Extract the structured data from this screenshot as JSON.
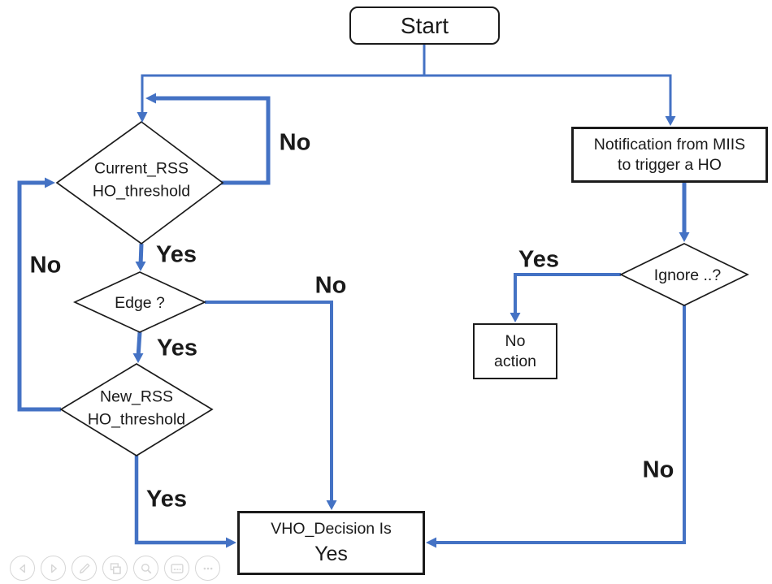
{
  "slide": {
    "flowchart": {
      "nodes": {
        "start": {
          "label": "Start"
        },
        "current_rss": {
          "line1": "Current_RSS",
          "line2": "HO_threshold"
        },
        "edge": {
          "label": "Edge ?"
        },
        "new_rss": {
          "line1": "New_RSS",
          "line2": "HO_threshold"
        },
        "vho_decision": {
          "line1": "VHO_Decision Is",
          "line2": "Yes"
        },
        "notification": {
          "line1": "Notification from MIIS",
          "line2": "to trigger a HO"
        },
        "ignore": {
          "label": "Ignore ..?"
        },
        "no_action": {
          "line1": "No",
          "line2": "action"
        }
      },
      "edge_labels": {
        "current_no": "No",
        "current_yes": "Yes",
        "new_no": "No",
        "edge_yes": "Yes",
        "edge_no": "No",
        "new_yes": "Yes",
        "ignore_yes": "Yes",
        "ignore_no": "No"
      }
    },
    "toolbar": {
      "buttons": [
        {
          "icon": "previous-slide"
        },
        {
          "icon": "next-slide"
        },
        {
          "icon": "pen-tools"
        },
        {
          "icon": "see-all-slides"
        },
        {
          "icon": "zoom-slide"
        },
        {
          "icon": "captions"
        },
        {
          "icon": "more-options"
        }
      ]
    }
  },
  "colors": {
    "connector": "#4472C4",
    "node_border": "#1b1b1b",
    "label_text": "#1a1a1a",
    "toolbar_gray": "#d6d6d6"
  }
}
